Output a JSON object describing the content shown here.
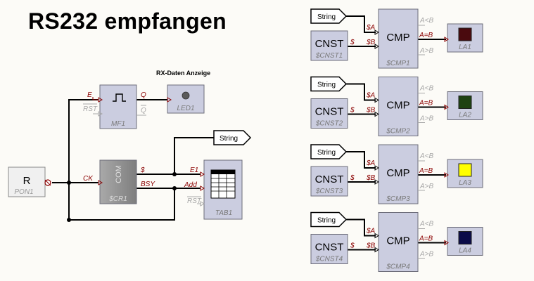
{
  "title": "RS232 empfangen",
  "caption": "RX-Daten Anzeige",
  "blocks": {
    "pon": {
      "symbol": "R",
      "label": "PON1"
    },
    "mf": {
      "label": "MF1",
      "pins": {
        "e": "E",
        "rst": "RST",
        "q": "Q",
        "qn": "Q"
      }
    },
    "led": {
      "label": "LED1"
    },
    "scr": {
      "symbol": "COM",
      "label": "$CR1",
      "pins": {
        "ck": "CK",
        "data": "$",
        "bsy": "BSY"
      }
    },
    "tab": {
      "label": "TAB1",
      "pins": {
        "e1": "E1",
        "add": "Add",
        "rst": "RST"
      }
    },
    "string_tag": "String"
  },
  "channels": [
    {
      "string": "String",
      "cnst_symbol": "CNST",
      "cnst_label": "$CNST1",
      "pin_s": "$",
      "cmp_symbol": "CMP",
      "cmp_label": "$CMP1",
      "pin_a": "$A",
      "pin_b": "$B",
      "out_lt": "A<B",
      "out_eq": "A=B",
      "out_gt": "A>B",
      "lamp_label": "LA1",
      "lamp_color": "#4a0a0e"
    },
    {
      "string": "String",
      "cnst_symbol": "CNST",
      "cnst_label": "$CNST2",
      "pin_s": "$",
      "cmp_symbol": "CMP",
      "cmp_label": "$CMP2",
      "pin_a": "$A",
      "pin_b": "$B",
      "out_lt": "A<B",
      "out_eq": "A=B",
      "out_gt": "A>B",
      "lamp_label": "LA2",
      "lamp_color": "#1f4212"
    },
    {
      "string": "String",
      "cnst_symbol": "CNST",
      "cnst_label": "$CNST3",
      "pin_s": "$",
      "cmp_symbol": "CMP",
      "cmp_label": "$CMP3",
      "pin_a": "$A",
      "pin_b": "$B",
      "out_lt": "A<B",
      "out_eq": "A=B",
      "out_gt": "A>B",
      "lamp_label": "LA3",
      "lamp_color": "#ffff00"
    },
    {
      "string": "String",
      "cnst_symbol": "CNST",
      "cnst_label": "$CNST4",
      "pin_s": "$",
      "cmp_symbol": "CMP",
      "cmp_label": "$CMP4",
      "pin_a": "$A",
      "pin_b": "$B",
      "out_lt": "A<B",
      "out_eq": "A=B",
      "out_gt": "A>B",
      "lamp_label": "LA4",
      "lamp_color": "#0a0a48"
    }
  ],
  "colors": {
    "block_fill": "#cbcde0",
    "block_border": "#6d6d7a",
    "pin_red": "#8b0000",
    "pin_gray": "#a8a8a8",
    "wire": "#000000",
    "com_fill": "#8f8f8f"
  }
}
